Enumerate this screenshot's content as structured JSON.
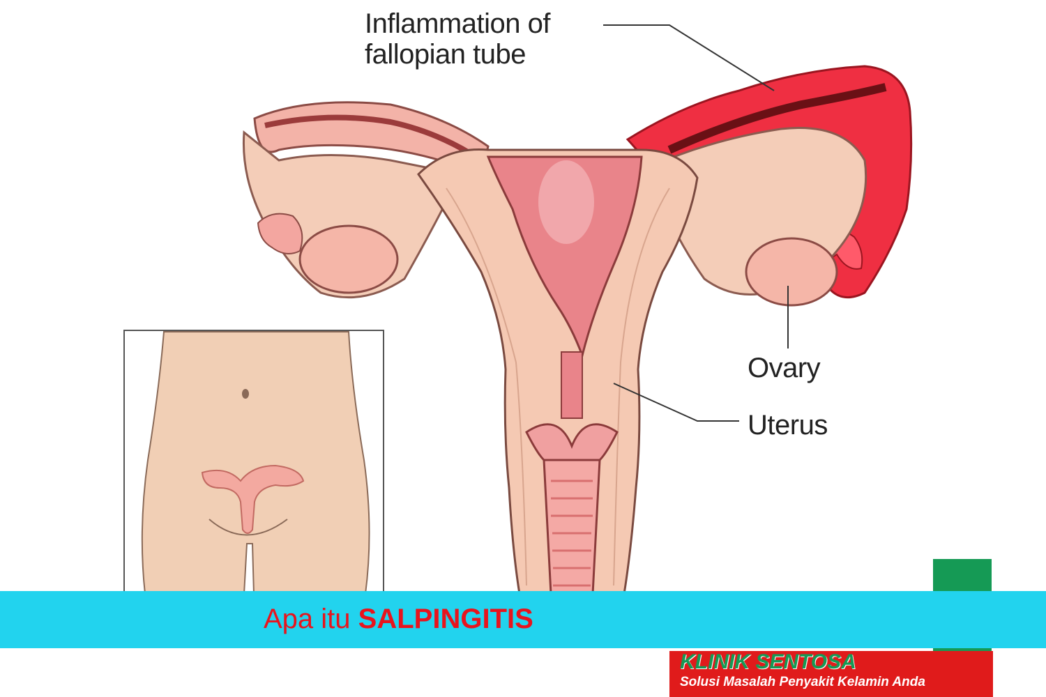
{
  "labels": {
    "inflammation": "Inflammation of fallopian tube",
    "ovary": "Ovary",
    "uterus": "Uterus"
  },
  "banner": {
    "prefix": "Apa itu ",
    "keyword": "SALPINGITIS"
  },
  "clinic": {
    "name": "KLINIK SENTOSA",
    "tagline": "Solusi Masalah Penyakit Kelamin Anda"
  },
  "colors": {
    "banner_bg": "#22d3ee",
    "title_red": "#e8141d",
    "clinic_box": "#e01b1b",
    "logo_green": "#159a55",
    "inflamed": "#ee2a3c",
    "tissue": "#f4c4b4"
  },
  "icons": [
    "medical-cross-logo-icon",
    "helping-hands-icon"
  ]
}
